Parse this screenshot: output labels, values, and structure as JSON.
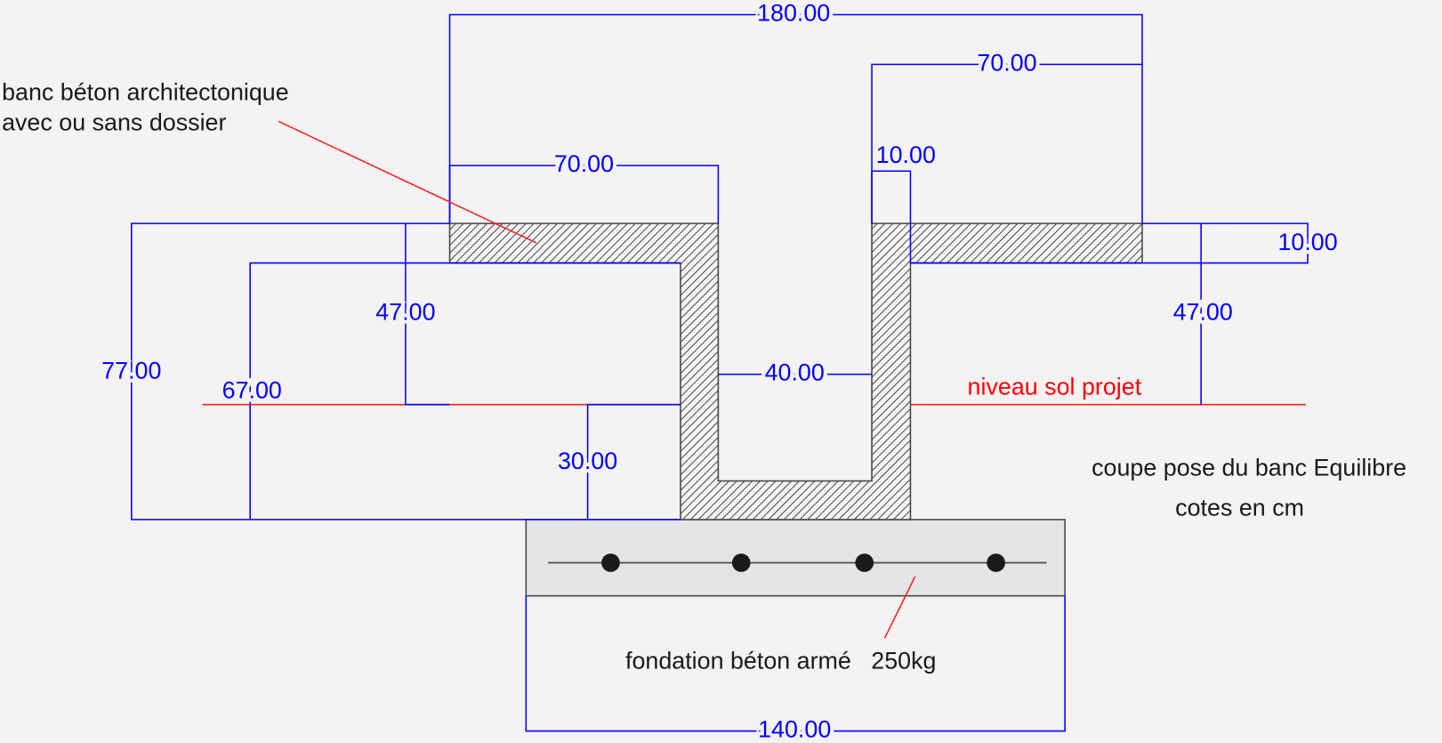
{
  "labels": {
    "bench": [
      "banc béton architectonique",
      "avec ou sans dossier"
    ],
    "ground": "niveau sol projet",
    "title": "coupe pose du banc Equilibre",
    "units": "cotes en cm",
    "foundation": "fondation béton armé   250kg"
  },
  "dimensions": {
    "total_width": "180.00",
    "left_seat": "70.00",
    "right_seat": "70.00",
    "wall_thickness": "10.00",
    "slab_thickness": "10.00",
    "left_seat_height": "47.00",
    "right_seat_height": "47.00",
    "total_height": "77.00",
    "under_slab_height": "67.00",
    "embed_depth": "30.00",
    "channel_width": "40.00",
    "foundation_width": "140.00"
  },
  "colors": {
    "dimension": "#0000ff",
    "leader": "#ff0000",
    "background": "#f4f2f3"
  }
}
